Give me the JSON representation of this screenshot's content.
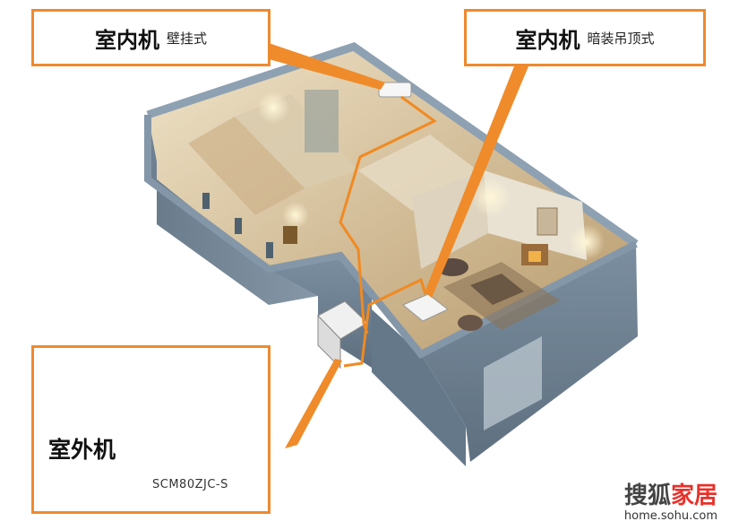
{
  "callouts": {
    "wall_unit": {
      "title": "室内机",
      "subtitle": "壁挂式"
    },
    "ceiling_unit": {
      "title": "室内机",
      "subtitle": "暗装吊顶式"
    },
    "outdoor_unit": {
      "title": "室外机",
      "model": "SCM80ZJC-S"
    }
  },
  "watermark": {
    "brand_part1": "搜狐",
    "brand_part2": "家居",
    "url": "home.sohu.com"
  },
  "colors": {
    "accent": "#ee8a2e",
    "pipe": "#f08a22",
    "brand_red": "#e8312a",
    "wall": "#6f8394"
  }
}
